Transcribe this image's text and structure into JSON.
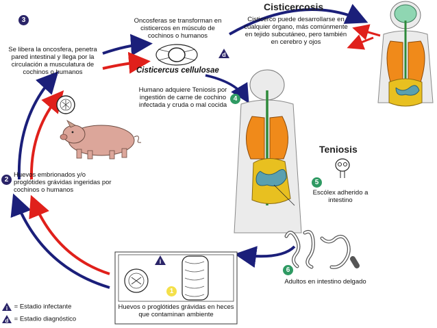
{
  "titles": {
    "cisticercosis": "Cisticercosis",
    "teniosis": "Teniosis",
    "cysticercus": "Cisticercus cellulosae"
  },
  "steps": [
    {
      "num": "1",
      "text": "Huevos o proglótides grávidas en heces que contaminan ambiente"
    },
    {
      "num": "2",
      "text": "Huevos embrionados y/o proglótides grávidas ingeridas por cochinos o humanos"
    },
    {
      "num": "3",
      "text": "Se libera la oncosfera, penetra pared intestinal y llega por la circulación a musculatura de cochinos o humanos"
    },
    {
      "num": "4",
      "text": "Humano adquiere Teniosis por ingestión de carne de cochino infectada y cruda o mal cocida"
    },
    {
      "num": "5",
      "text": "Escólex adherido a intestino"
    },
    {
      "num": "6",
      "text": "Adultos en intestino delgado"
    }
  ],
  "notes": {
    "oncosferas": "Oncosferas se transforman en cisticercos en músculo de cochinos o humanos",
    "cisticerco": "Cisticerco puede desarrollarse en cualquier órgano, más comúnmente en tejido subcutáneo, pero también en cerebro y ojos"
  },
  "legend": {
    "infective_symbol": "i",
    "infective_label": "= Estadio infectante",
    "diagnostic_symbol": "d",
    "diagnostic_label": "= Estadio diagnóstico"
  },
  "colors": {
    "infective_arrow": "#1b1f7a",
    "diagnostic_arrow": "#e0201b",
    "badge_dark": "#2a2468",
    "badge_green": "#2f9a63",
    "badge_yellow": "#f4e04a",
    "lung": "#f08a1a",
    "intestine": "#5aa0b0",
    "colon": "#e8c020",
    "body": "#ebebeb",
    "brain": "#8fd6b2",
    "vessel": "#2e8a3a",
    "pig": "#dca69a"
  }
}
